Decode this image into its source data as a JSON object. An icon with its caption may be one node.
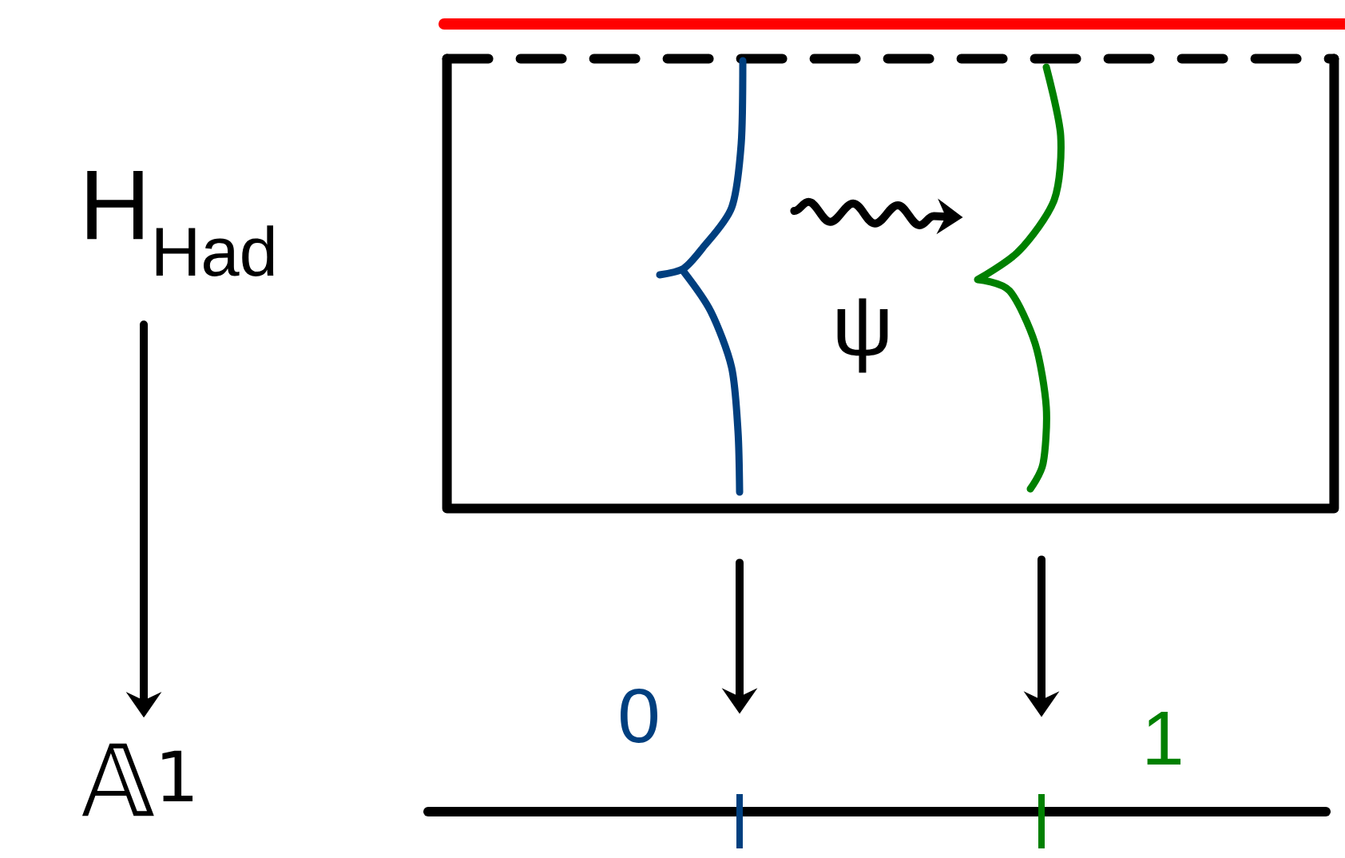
{
  "diagram": {
    "nodes": [
      {
        "text": [
          "H$_{Had}$"
        ]
      },
      {
        "text": [
          "𝔸$^{1}$"
        ]
      },
      {
        "text": [],
        "shape": "box"
      },
      {
        "text": [],
        "shape": "curve",
        "in": 2
      },
      {
        "text": [],
        "shape": "curve",
        "in": 2
      },
      {
        "text": [],
        "shape": "bar",
        "beside": [
          "0"
        ]
      },
      {
        "text": [],
        "shape": "bar",
        "beside": [
          "1"
        ]
      }
    ],
    "edges": [
      {
        "from": 0,
        "to": 1,
        "arrow": "to"
      },
      {
        "from": 3,
        "to": 4,
        "arrow": "to",
        "label": "ψ"
      },
      {
        "from": 3,
        "to": 5,
        "arrow": "to"
      },
      {
        "from": 4,
        "to": 6,
        "arrow": "to"
      }
    ]
  }
}
